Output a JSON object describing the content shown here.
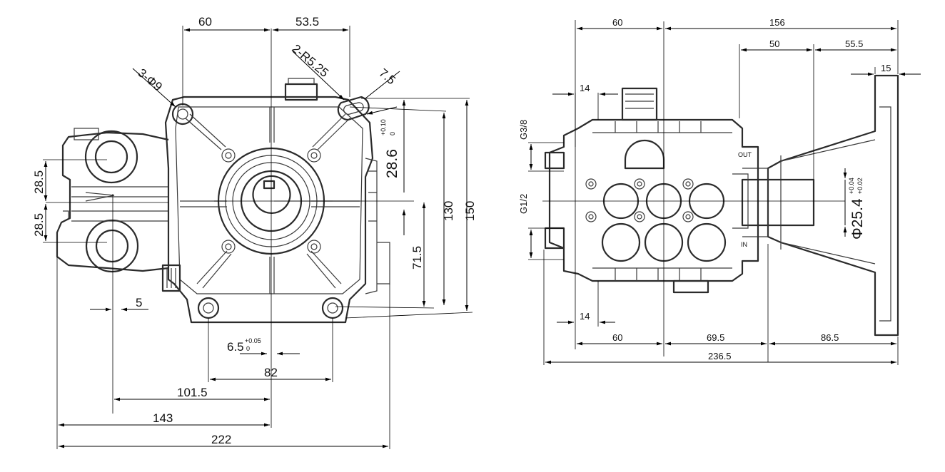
{
  "front_view": {
    "dims": {
      "d60": "60",
      "d53_5": "53.5",
      "r525": "2-R5.25",
      "h3phi9": "3-Φ9",
      "d7_5": "7.5",
      "d28_6": "28.6",
      "tol_28_6_up": "+0.10",
      "tol_28_6_lo": "0",
      "d28_5_a": "28.5",
      "d28_5_b": "28.5",
      "d130": "130",
      "d150": "150",
      "d71_5": "71.5",
      "d5": "5",
      "d6_5": "6.5",
      "tol_6_5_up": "+0.05",
      "tol_6_5_lo": "0",
      "d82": "82",
      "d101_5": "101.5",
      "d143": "143",
      "d222": "222"
    }
  },
  "side_view": {
    "dims": {
      "d60_top": "60",
      "d156": "156",
      "d50": "50",
      "d55_5": "55.5",
      "d15": "15",
      "d14_top": "14",
      "g3_8": "G3/8",
      "g1_2": "G1/2",
      "phi25_4": "Φ25.4",
      "tol_25_4_up": "+0.04",
      "tol_25_4_lo": "+0.02",
      "d14_bot": "14",
      "d60_bot": "60",
      "d69_5": "69.5",
      "d86_5": "86.5",
      "d236_5": "236.5",
      "out_mark": "OUT",
      "in_mark": "IN"
    }
  }
}
